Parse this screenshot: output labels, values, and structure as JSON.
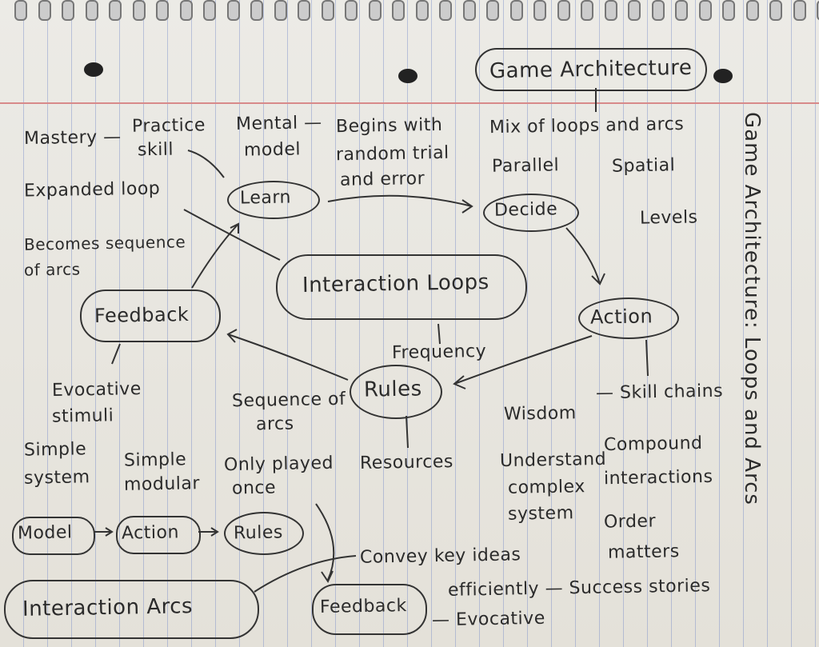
{
  "title_node": "Game Architecture",
  "side_title": "Game Architecture: Loops and Arcs",
  "nodes": {
    "learn": "Learn",
    "decide": "Decide",
    "interaction_loops": "Interaction Loops",
    "feedback": "Feedback",
    "action": "Action",
    "rules": "Rules",
    "model": "Model",
    "action2": "Action",
    "rules2": "Rules",
    "interaction_arcs": "Interaction Arcs",
    "feedback2": "Feedback"
  },
  "notes": {
    "mastery": "Mastery —",
    "practice1": "Practice",
    "practice2": "skill",
    "mental1": "Mental —",
    "mental2": "model",
    "begins1": "Begins with",
    "begins2": "random trial",
    "begins3": "and error",
    "mix": "Mix of loops and arcs",
    "parallel": "Parallel",
    "spatial": "Spatial",
    "levels": "Levels",
    "expanded": "Expanded loop",
    "becomes1": "Becomes sequence",
    "becomes2": "of arcs",
    "frequency": "Frequency",
    "evocative1": "Evocative",
    "evocative2": "stimuli",
    "seq1": "Sequence of",
    "seq2": "arcs",
    "wisdom": "Wisdom",
    "skill_chains": "— Skill chains",
    "compound1": "Compound",
    "compound2": "interactions",
    "resources": "Resources",
    "understand1": "Understand",
    "understand2": "complex",
    "understand3": "system",
    "order1": "Order",
    "order2": "matters",
    "simple_sys1": "Simple",
    "simple_sys2": "system",
    "simple_mod1": "Simple",
    "simple_mod2": "modular",
    "once1": "Only played",
    "once2": "once",
    "convey1": "Convey key ideas",
    "convey2": "efficiently — Success stories",
    "evocative3": "— Evocative"
  },
  "colors": {
    "ink": "#2b2b2b",
    "lines": "#8c9cd0",
    "margin": "#d88a8a"
  }
}
